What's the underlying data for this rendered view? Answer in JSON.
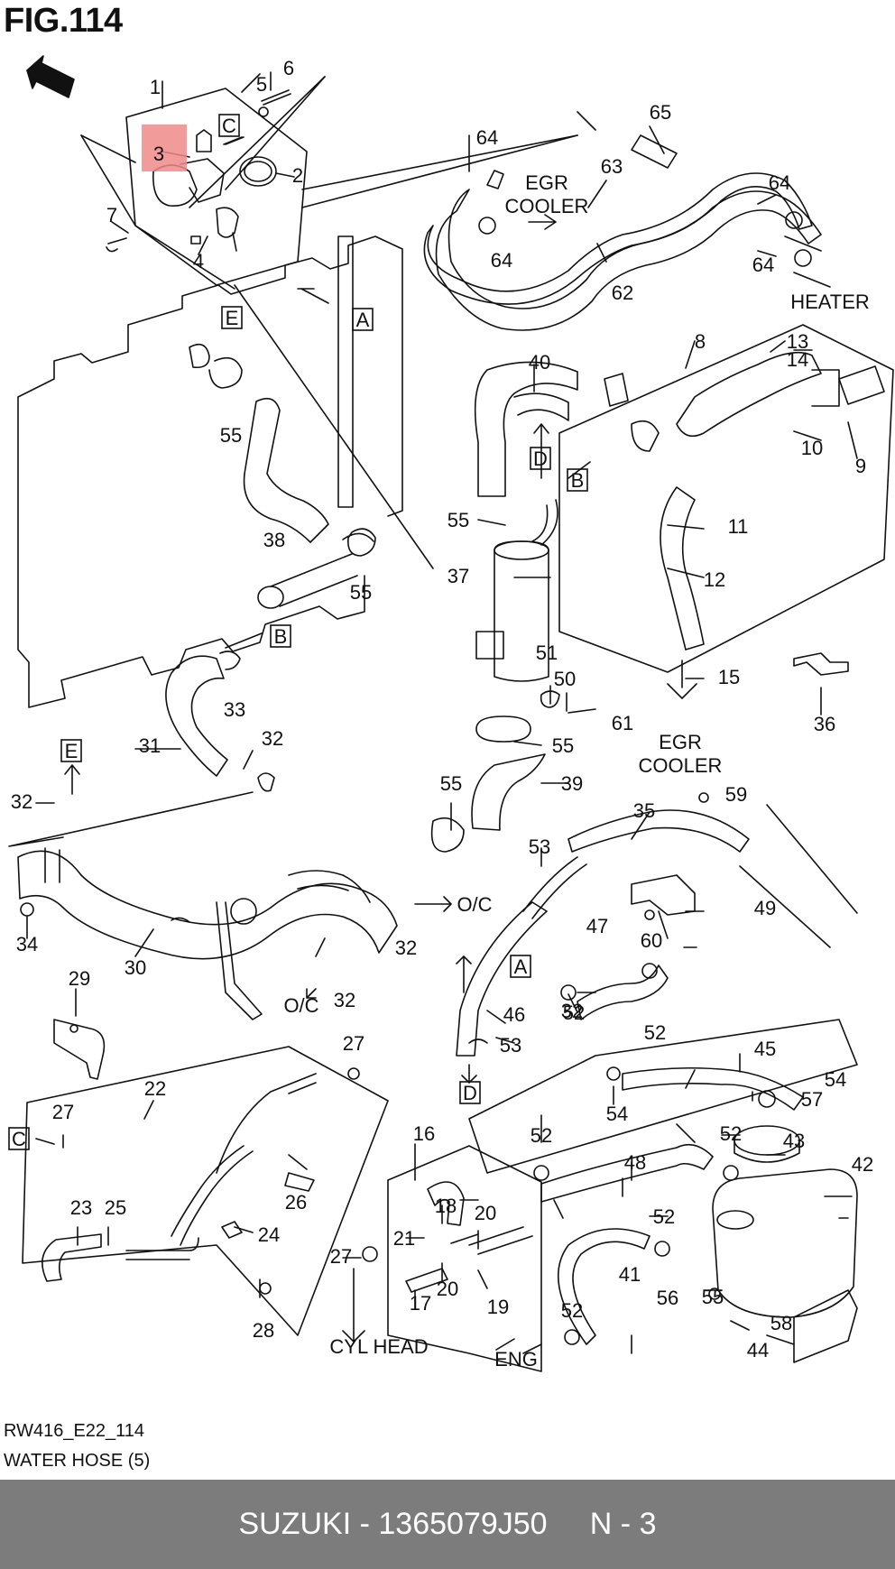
{
  "figure": {
    "title": "FIG.114",
    "fwd_label": "FWD",
    "code": "RW416_E22_114",
    "name": "WATER HOSE (5)"
  },
  "bottom_bar": {
    "text": "SUZUKI - 1365079J50     N - 3"
  },
  "highlight": {
    "part": "3",
    "color": "#f08a8a"
  },
  "callouts": [
    "1",
    "2",
    "3",
    "4",
    "5",
    "6",
    "7",
    "8",
    "9",
    "10",
    "11",
    "12",
    "13",
    "14",
    "15",
    "16",
    "17",
    "18",
    "19",
    "20",
    "20",
    "21",
    "22",
    "23",
    "24",
    "25",
    "26",
    "27",
    "27",
    "27",
    "28",
    "29",
    "30",
    "31",
    "32",
    "32",
    "32",
    "32",
    "32",
    "33",
    "34",
    "35",
    "36",
    "37",
    "38",
    "39",
    "40",
    "41",
    "42",
    "43",
    "44",
    "45",
    "46",
    "47",
    "48",
    "49",
    "50",
    "51",
    "52",
    "52",
    "52",
    "52",
    "52",
    "52",
    "53",
    "53",
    "54",
    "54",
    "55",
    "55",
    "55",
    "55",
    "55",
    "55",
    "56",
    "57",
    "58",
    "59",
    "60",
    "61",
    "62",
    "63",
    "64",
    "64",
    "64",
    "64",
    "65"
  ],
  "box_labels": [
    "C",
    "E",
    "A",
    "D",
    "B",
    "B",
    "E",
    "A",
    "D",
    "C"
  ],
  "destinations": {
    "egr_cooler_1": [
      "EGR",
      "COOLER"
    ],
    "heater": "HEATER",
    "egr_cooler_2": [
      "EGR",
      "COOLER"
    ],
    "oc_1": "O/C",
    "oc_2": "O/C",
    "cyl_head": "CYL HEAD",
    "eng": "ENG"
  }
}
